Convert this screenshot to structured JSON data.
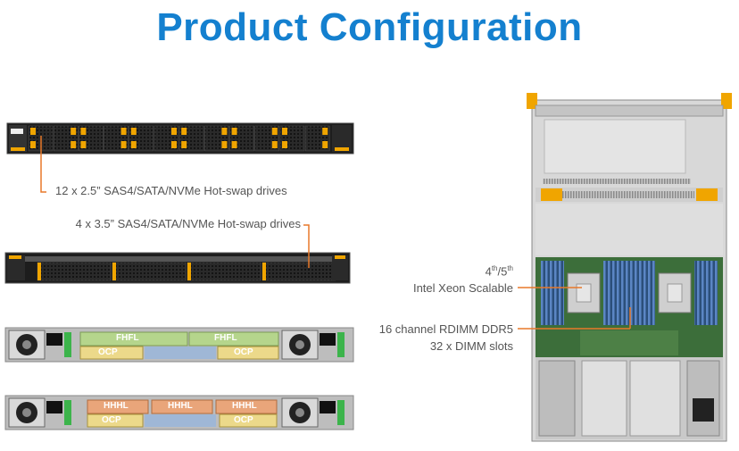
{
  "title": "Product Configuration",
  "callouts": {
    "drives_12": "12 x 2.5” SAS4/SATA/NVMe Hot-swap drives",
    "drives_4": "4  x 3.5” SAS4/SATA/NVMe Hot-swap drives",
    "cpu_gen": "4th/5th",
    "cpu_name": "Intel Xeon Scalable",
    "memory_line1": "16 channel RDIMM DDR5",
    "memory_line2": "32 x DIMM slots"
  },
  "rear_io_1": {
    "slot_a": "FHFL",
    "slot_b": "FHFL",
    "ocp_a": "OCP",
    "ocp_b": "OCP"
  },
  "rear_io_2": {
    "slot_a": "HHHL",
    "slot_b": "HHHL",
    "slot_c": "HHHL",
    "ocp_a": "OCP",
    "ocp_b": "OCP"
  },
  "colors": {
    "title": "#1480cf",
    "accent": "#e8792a",
    "drive_latch": "#f0a500",
    "fhfl": "#b5d58c",
    "hhhl": "#e9a57a",
    "ocp": "#ecd98a"
  }
}
